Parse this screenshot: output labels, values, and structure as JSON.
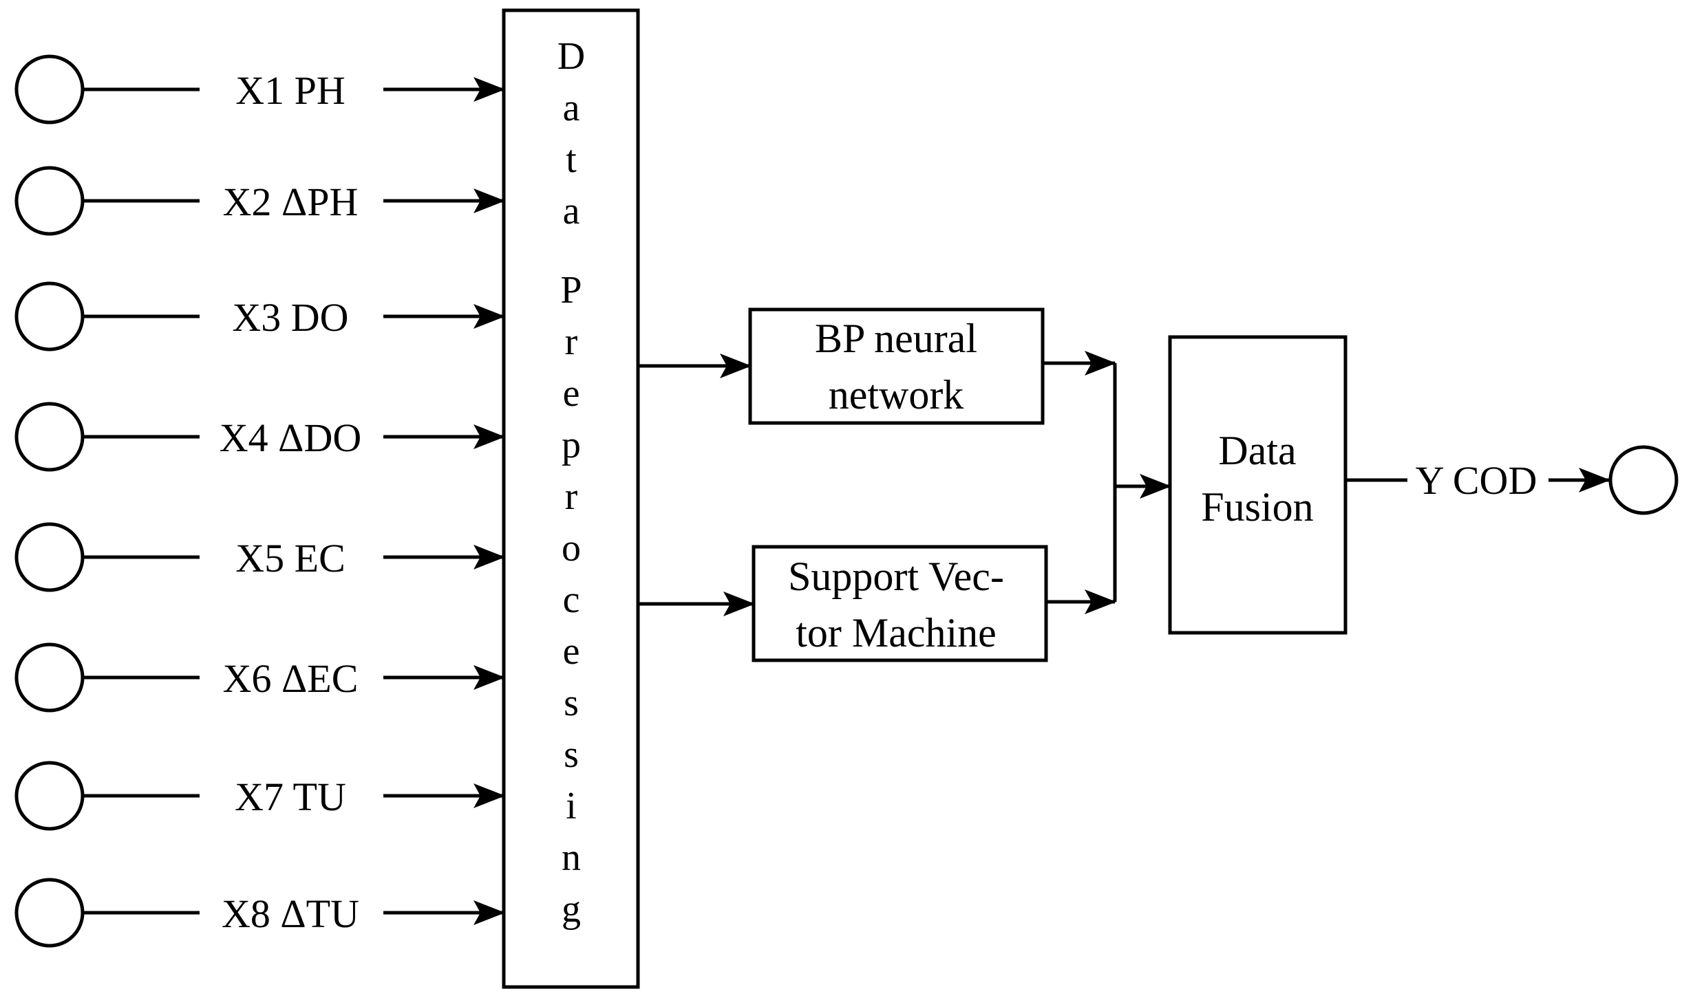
{
  "inputs": [
    {
      "label": "X1 PH"
    },
    {
      "label": "X2 ΔPH"
    },
    {
      "label": "X3 DO"
    },
    {
      "label": "X4 ΔDO"
    },
    {
      "label": "X5 EC"
    },
    {
      "label": "X6 ΔEC"
    },
    {
      "label": "X7 TU"
    },
    {
      "label": "X8 ΔTU"
    }
  ],
  "preprocessing": {
    "word1": "Data",
    "word2": "Preprocessing"
  },
  "models": {
    "bp": {
      "line1": "BP neural",
      "line2": "network"
    },
    "svm": {
      "line1": "Support Vec-",
      "line2": "tor Machine"
    }
  },
  "fusion": {
    "line1": "Data",
    "line2": "Fusion"
  },
  "output": {
    "label": "Y COD"
  },
  "colors": {
    "stroke": "#000000",
    "background": "#ffffff"
  }
}
